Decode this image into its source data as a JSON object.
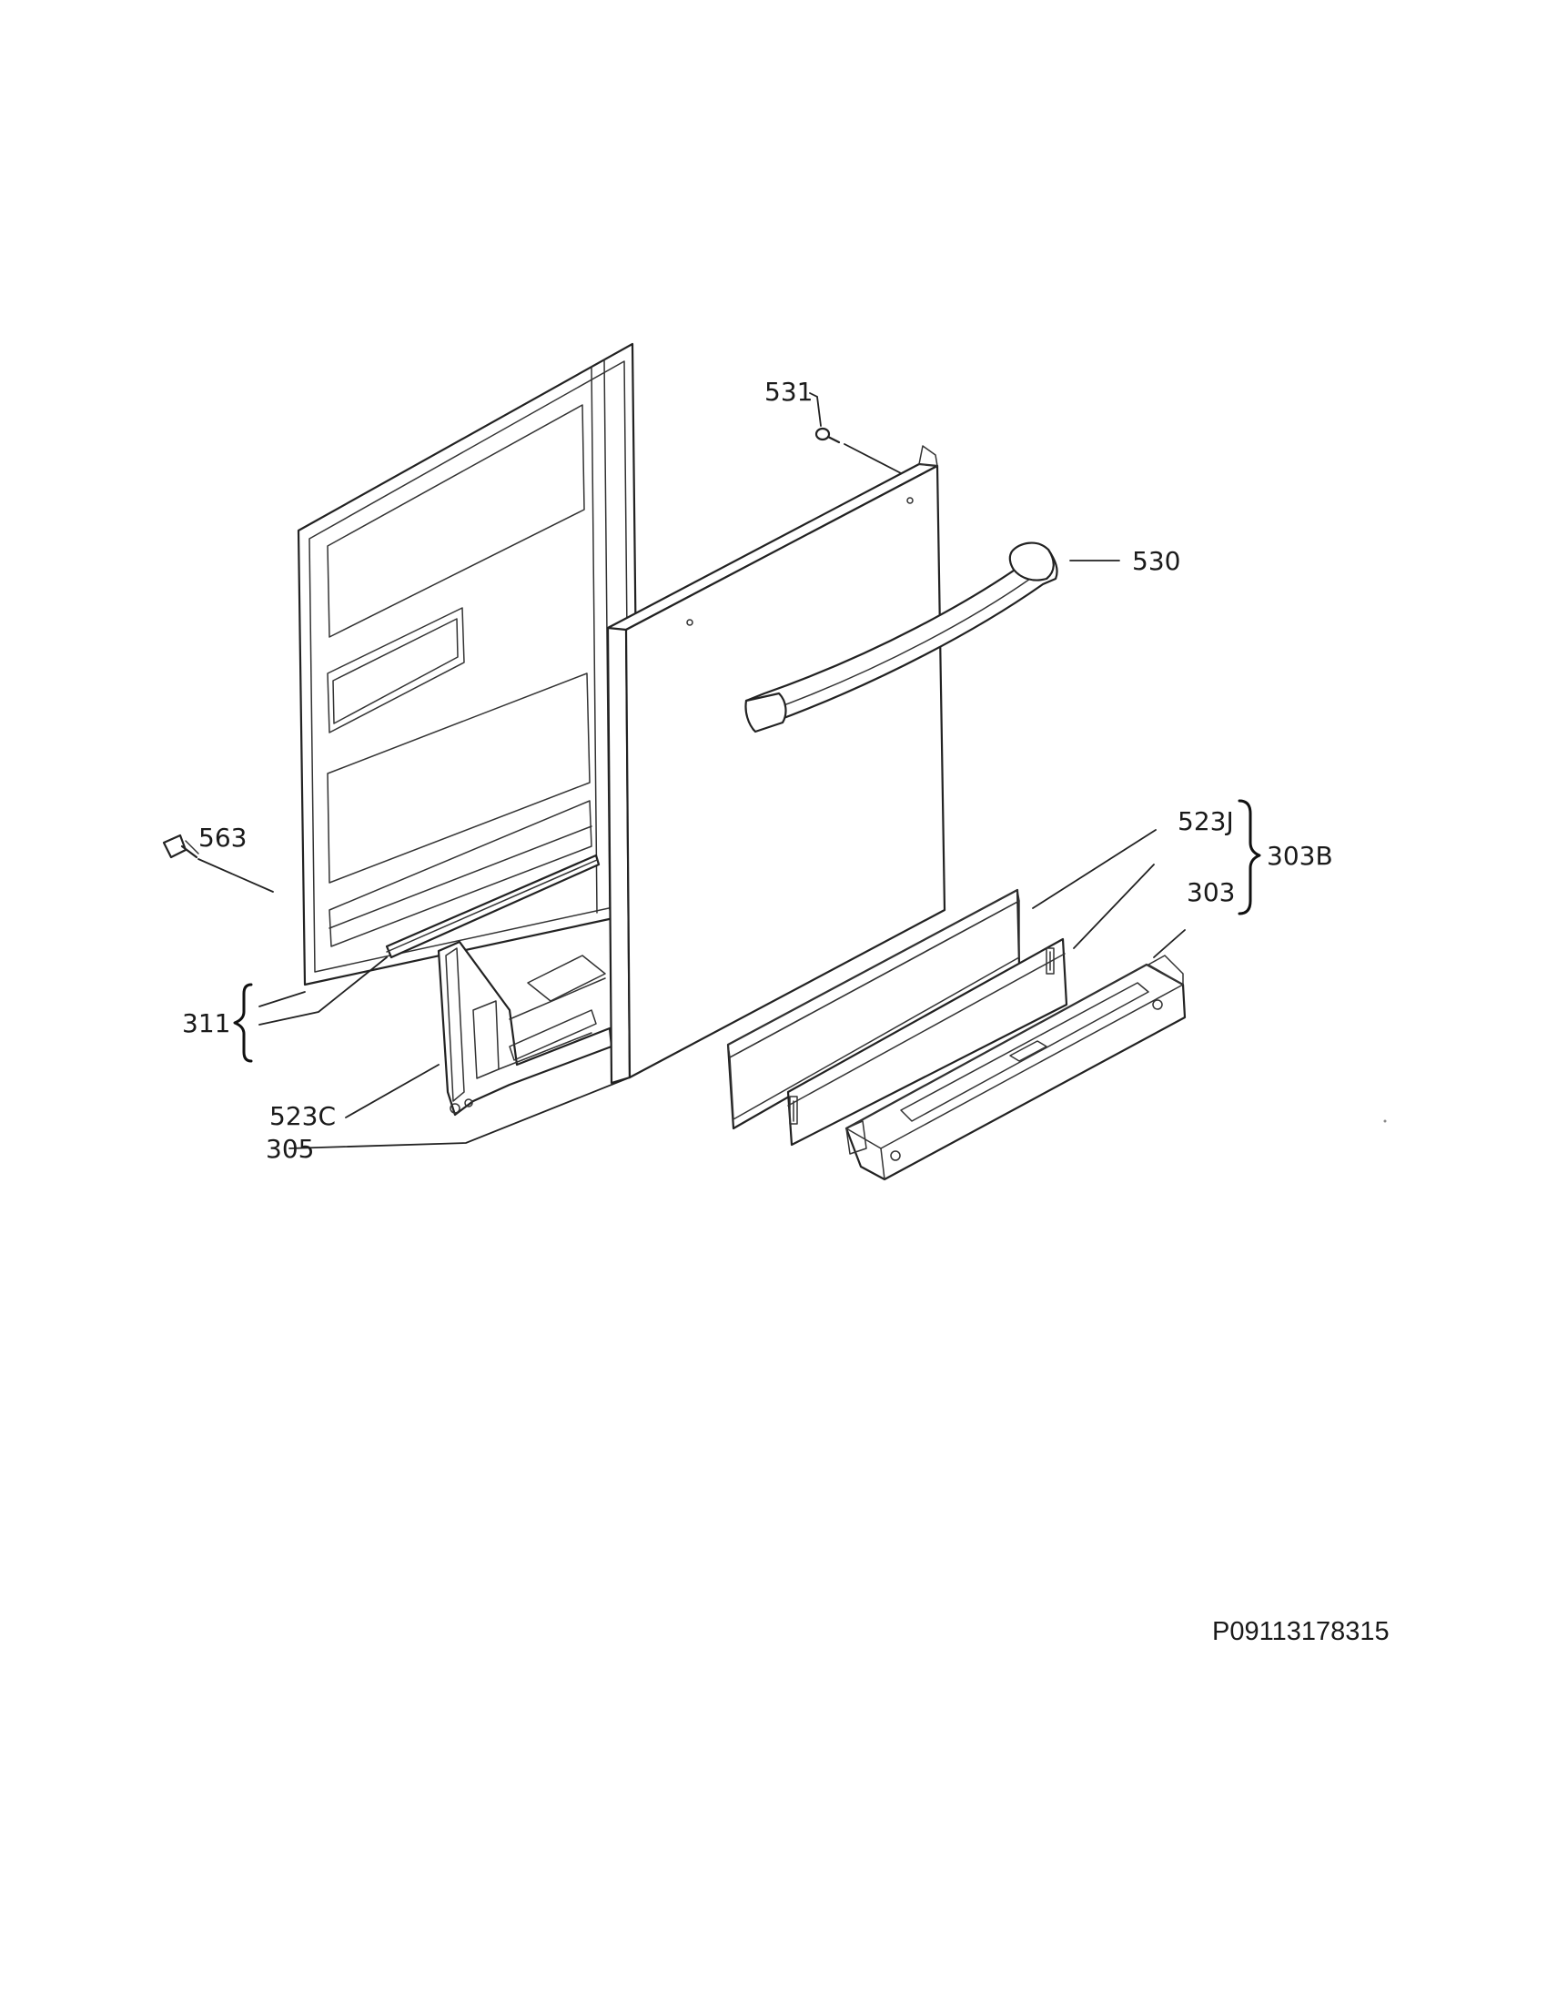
{
  "reference_code": "P09113178315",
  "callouts": [
    {
      "id": "531",
      "text": "531"
    },
    {
      "id": "530",
      "text": "530"
    },
    {
      "id": "563",
      "text": "563"
    },
    {
      "id": "523J",
      "text": "523J"
    },
    {
      "id": "303B",
      "text": "303B"
    },
    {
      "id": "303",
      "text": "303"
    },
    {
      "id": "311",
      "text": "311"
    },
    {
      "id": "523C",
      "text": "523C"
    },
    {
      "id": "305",
      "text": "305"
    }
  ]
}
